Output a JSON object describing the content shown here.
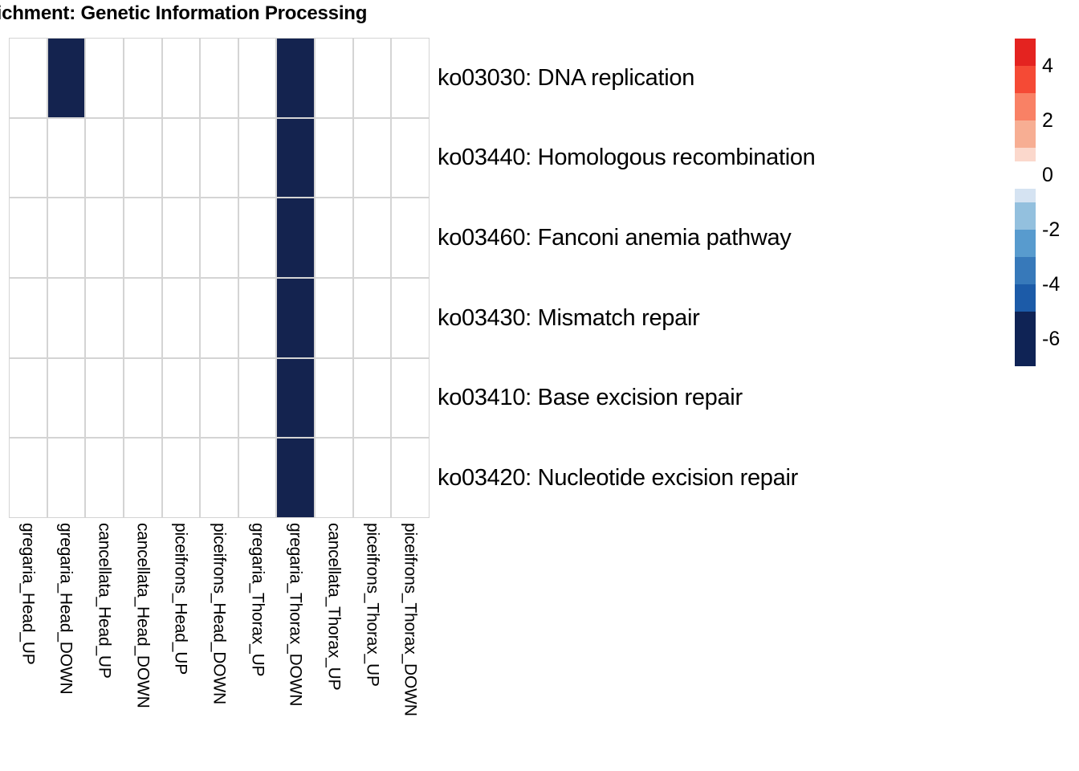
{
  "title": "nrichment: Genetic Information Processing",
  "chart_data": {
    "type": "heatmap",
    "title": "nrichment: Genetic Information Processing",
    "xlabel": "",
    "ylabel": "",
    "grid": true,
    "legend_position": "right",
    "categories_x": [
      "gregaria_Head_UP",
      "gregaria_Head_DOWN",
      "cancellata_Head_UP",
      "cancellata_Head_DOWN",
      "piceifrons_Head_UP",
      "piceifrons_Head_DOWN",
      "gregaria_Thorax_UP",
      "gregaria_Thorax_DOWN",
      "cancellata_Thorax_UP",
      "piceifrons_Thorax_UP",
      "piceifrons_Thorax_DOWN"
    ],
    "categories_y": [
      "ko03030: DNA replication",
      "ko03440: Homologous recombination",
      "ko03460: Fanconi anemia pathway",
      "ko03430: Mismatch repair",
      "ko03410: Base excision repair",
      "ko03420: Nucleotide excision repair"
    ],
    "values": [
      [
        null,
        -6.5,
        null,
        null,
        null,
        null,
        null,
        -6.5,
        null,
        null,
        null
      ],
      [
        null,
        null,
        null,
        null,
        null,
        null,
        null,
        -6.5,
        null,
        null,
        null
      ],
      [
        null,
        null,
        null,
        null,
        null,
        null,
        null,
        -6.5,
        null,
        null,
        null
      ],
      [
        null,
        null,
        null,
        null,
        null,
        null,
        null,
        -6.5,
        null,
        null,
        null
      ],
      [
        null,
        null,
        null,
        null,
        null,
        null,
        null,
        -6.5,
        null,
        null,
        null
      ],
      [
        null,
        null,
        null,
        null,
        null,
        null,
        null,
        -6.5,
        null,
        null,
        null
      ]
    ],
    "colorbar": {
      "ticks": [
        "4",
        "2",
        "0",
        "-2",
        "-4",
        "-6"
      ],
      "tick_values": [
        4,
        2,
        0,
        -2,
        -4,
        -6
      ],
      "zlim": [
        -7,
        5
      ],
      "bands": [
        {
          "color": "#E42320",
          "from": 5,
          "to": 4
        },
        {
          "color": "#F54A35",
          "from": 4,
          "to": 3
        },
        {
          "color": "#F98165",
          "from": 3,
          "to": 2
        },
        {
          "color": "#F7AE93",
          "from": 2,
          "to": 1
        },
        {
          "color": "#FBD8CC",
          "from": 1,
          "to": 0.5
        },
        {
          "color": "#FFFFFF",
          "from": 0.5,
          "to": -0.5
        },
        {
          "color": "#D5E3F2",
          "from": -0.5,
          "to": -1
        },
        {
          "color": "#93C0DE",
          "from": -1,
          "to": -2
        },
        {
          "color": "#589BCE",
          "from": -2,
          "to": -3
        },
        {
          "color": "#3779BA",
          "from": -3,
          "to": -4
        },
        {
          "color": "#1C5BA8",
          "from": -4,
          "to": -5
        },
        {
          "color": "#0F2355",
          "from": -5,
          "to": -7
        }
      ]
    },
    "cell_colors": {
      "empty": "#FFFFFF",
      "filled": "#14234F",
      "grid_line": "#D4D4D4"
    }
  },
  "row_labels": [
    "ko03030: DNA replication",
    "ko03440: Homologous recombination",
    "ko03460: Fanconi anemia pathway",
    "ko03430: Mismatch repair",
    "ko03410: Base excision repair",
    "ko03420: Nucleotide excision repair"
  ],
  "column_labels": [
    "gregaria_Head_UP",
    "gregaria_Head_DOWN",
    "cancellata_Head_UP",
    "cancellata_Head_DOWN",
    "piceifrons_Head_UP",
    "piceifrons_Head_DOWN",
    "gregaria_Thorax_UP",
    "gregaria_Thorax_DOWN",
    "cancellata_Thorax_UP",
    "piceifrons_Thorax_UP",
    "piceifrons_Thorax_DOWN"
  ]
}
